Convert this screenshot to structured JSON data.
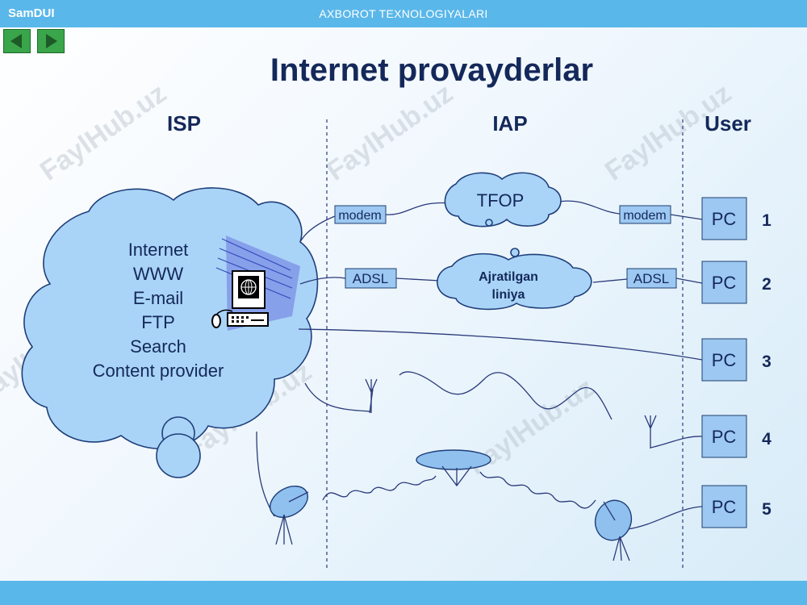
{
  "header": {
    "brand": "SamDUI",
    "center_title": "AXBOROT TEXNOLOGIYALARI"
  },
  "slide": {
    "title": "Internet provayderlar"
  },
  "columns": {
    "isp": "ISP",
    "iap": "IAP",
    "user": "User"
  },
  "isp_services": [
    "Internet",
    "WWW",
    "E-mail",
    "FTP",
    "Search",
    "Content provider"
  ],
  "networks": {
    "tfop": "TFOP",
    "dedicated_line": "Ajratilgan liniya"
  },
  "devices": {
    "modem": "modem",
    "adsl": "ADSL",
    "pc": "PC"
  },
  "users": [
    "1",
    "2",
    "3",
    "4",
    "5"
  ],
  "watermark": "FaylHub.uz",
  "colors": {
    "bar": "#5ab7ea",
    "title": "#14285a",
    "cloud": "#a9d4f7",
    "box": "#9cc8f2",
    "nav": "#3aa54a"
  }
}
